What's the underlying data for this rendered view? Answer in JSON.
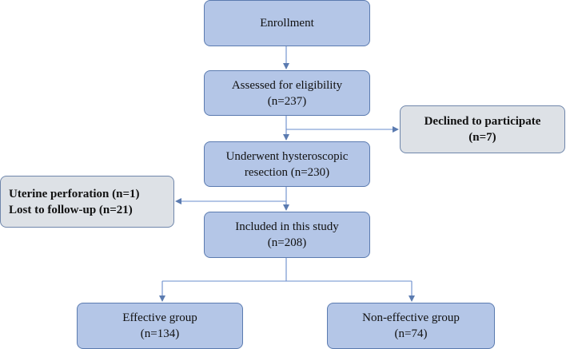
{
  "flowchart": {
    "enrollment": {
      "label": "Enrollment"
    },
    "assessed": {
      "line1": "Assessed for eligibility",
      "line2": "(n=237)"
    },
    "declined": {
      "line1": "Declined to participate",
      "line2": "(n=7)"
    },
    "underwent": {
      "line1": "Underwent hysteroscopic",
      "line2": "resection (n=230)"
    },
    "excluded": {
      "line1": "Uterine perforation (n=1)",
      "line2": "Lost to follow-up (n=21)"
    },
    "included": {
      "line1": "Included in this study",
      "line2": "(n=208)"
    },
    "effective": {
      "line1": "Effective group",
      "line2": "(n=134)"
    },
    "noneffective": {
      "line1": "Non-effective group",
      "line2": "(n=74)"
    }
  },
  "colors": {
    "main_fill": "#b4c6e7",
    "side_fill": "#dde1e6",
    "border": "#5b7bb0",
    "arrow": "#6a8ccc"
  }
}
